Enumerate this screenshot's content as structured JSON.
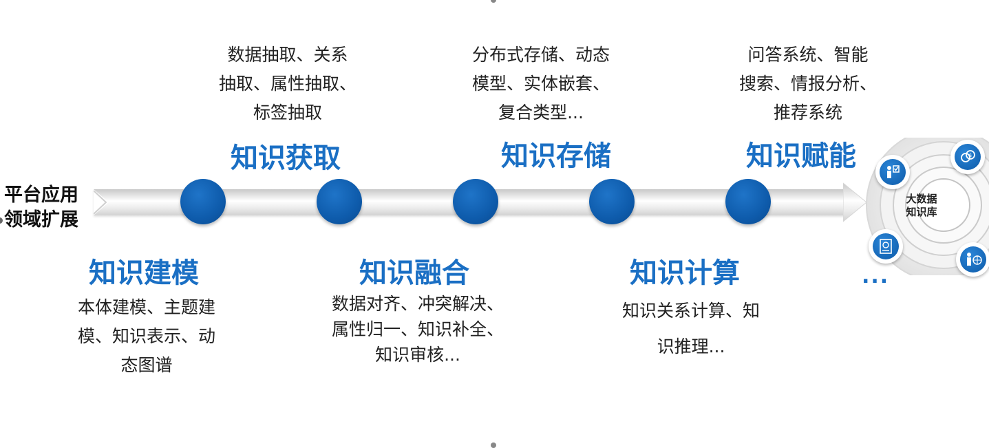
{
  "left_label": {
    "line1": "平台应用",
    "line2": "领域扩展"
  },
  "stages": [
    {
      "title": "知识建模",
      "description": [
        "本体建模、主题建",
        "模、知识表示、动",
        "态图谱"
      ]
    },
    {
      "title": "知识获取",
      "description": [
        "数据抽取、关系",
        "抽取、属性抽取、",
        "标签抽取"
      ]
    },
    {
      "title": "知识融合",
      "description": [
        "数据对齐、冲突解决、",
        "属性归一、知识补全、",
        "知识审核..."
      ]
    },
    {
      "title": "知识存储",
      "description": [
        "分布式存储、动态",
        "模型、实体嵌套、",
        "复合类型..."
      ]
    },
    {
      "title": "知识计算",
      "description": [
        "知识关系计算、知",
        "识推理..."
      ]
    },
    {
      "title": "知识赋能",
      "description": [
        "问答系统、智能",
        "搜索、情报分析、",
        "推荐系统"
      ]
    }
  ],
  "hub": {
    "line1": "大数据",
    "line2": "知识库",
    "more": "..."
  },
  "colors": {
    "accent": "#1a6fc4",
    "node": "#0e5bab"
  },
  "icons": [
    "person-checklist-icon",
    "coins-icon",
    "document-chart-icon",
    "person-globe-icon"
  ]
}
